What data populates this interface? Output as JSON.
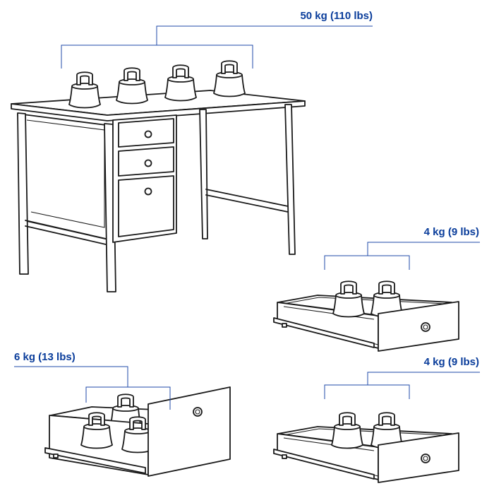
{
  "colors": {
    "label": "#0a3d9b",
    "bracket": "#1f4aa8",
    "ink": "#1a1a1a"
  },
  "labels": {
    "desk_load": "50 kg (110 lbs)",
    "drawer_top_load": "4 kg (9 lbs)",
    "drawer_middle_load": "4 kg (9 lbs)",
    "drawer_bottom_load": "6 kg (13 lbs)"
  },
  "icons": {
    "weight": "weight-icon",
    "desk": "desk-icon",
    "drawer": "drawer-icon",
    "knob": "knob-icon"
  }
}
